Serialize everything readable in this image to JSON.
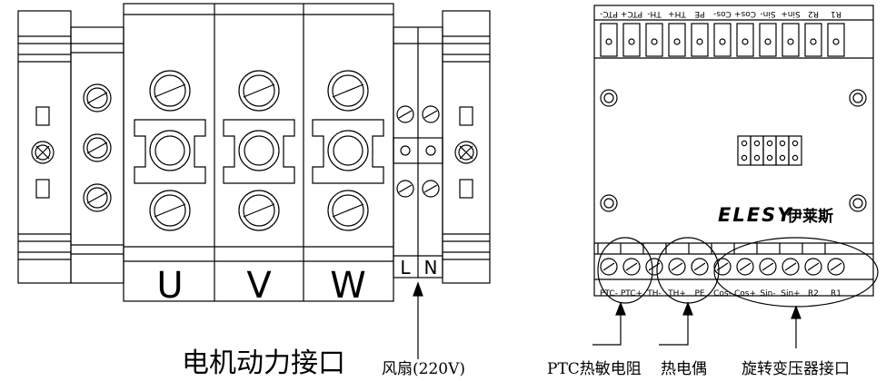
{
  "motor_block": {
    "phase_labels": [
      "U",
      "V",
      "W"
    ],
    "fan_labels": [
      "L",
      "N"
    ],
    "caption": "电机动力接口",
    "fan_caption": "风扇(220V)"
  },
  "board": {
    "top_pins": [
      "PTC-",
      "PTC+",
      "TH-",
      "TH+",
      "PE",
      "Cos-",
      "Cos+",
      "Sin-",
      "Sin+",
      "R2",
      "R1"
    ],
    "brand": "ELESY",
    "brand_cn": "伊莱斯",
    "bottom_pins": [
      "PTC-",
      "PTC+",
      "TH-",
      "TH+",
      "PE",
      "Cos-",
      "Cos+",
      "Sin-",
      "Sin+",
      "R2",
      "R1"
    ],
    "callouts": [
      "PTC热敏电阻",
      "热电偶",
      "旋转变压器接口"
    ]
  }
}
